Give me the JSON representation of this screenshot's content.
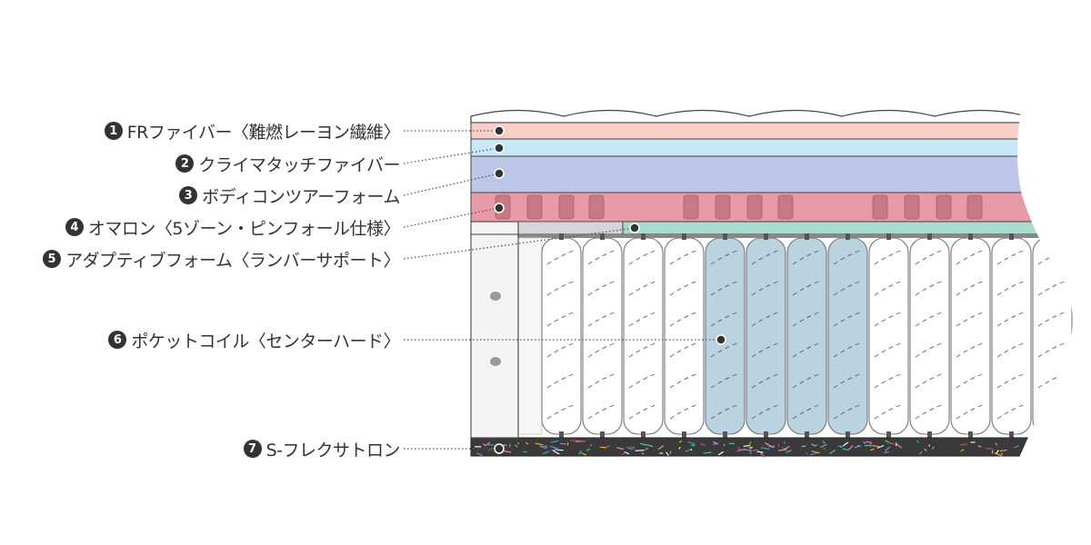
{
  "labels": [
    {
      "num": "1",
      "text": "FRファイバー〈難燃レーヨン繊維〉"
    },
    {
      "num": "2",
      "text": "クライマタッチファイバー"
    },
    {
      "num": "3",
      "text": "ボディコンツアーフォーム"
    },
    {
      "num": "4",
      "text": "オマロン〈5ゾーン・ピンフォール仕様〉"
    },
    {
      "num": "5",
      "text": "アダプティブフォーム〈ランバーサポート〉"
    },
    {
      "num": "6",
      "text": "ポケットコイル〈センターハード〉"
    },
    {
      "num": "7",
      "text": "S-フレクサトロン"
    }
  ],
  "colors": {
    "fr_fiber": "#f8cfc6",
    "climatouch": "#c8e8f7",
    "body_contour": "#bcc6e6",
    "omalon": "#e99aa9",
    "omalon_pin": "#c77a86",
    "adaptive": "#a9dccc",
    "coil_soft": "#ffffff",
    "coil_hard": "#b9d3e1",
    "flexatron": "#3a3a3a",
    "outline": "#444444",
    "leader": "#555555"
  }
}
